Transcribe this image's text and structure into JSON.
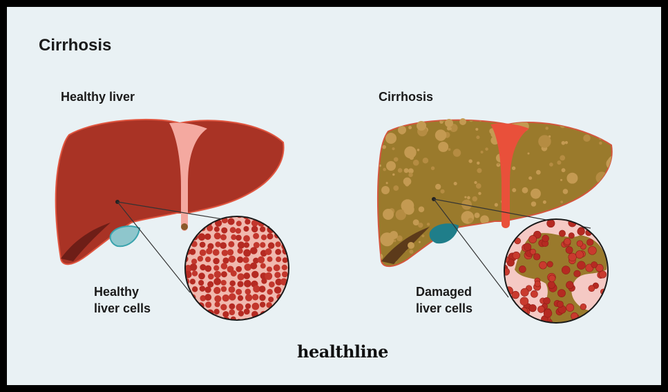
{
  "title": "Cirrhosis",
  "healthy": {
    "heading": "Healthy liver",
    "cells_label": "Healthy\nliver cells"
  },
  "cirrhosis": {
    "heading": "Cirrhosis",
    "cells_label": "Damaged\nliver cells"
  },
  "brand": "healthline",
  "colors": {
    "background": "#e9f1f4",
    "frame": "#000000",
    "healthy_liver": "#a93325",
    "healthy_cells": "#b52a22",
    "cirrhotic_liver": "#9a7a2c",
    "nodule": "#c49a52",
    "ligament": "#f4a9a0",
    "gallbladder_healthy": "#8ec6cc",
    "gallbladder_cirrhotic": "#1f7e8a"
  }
}
